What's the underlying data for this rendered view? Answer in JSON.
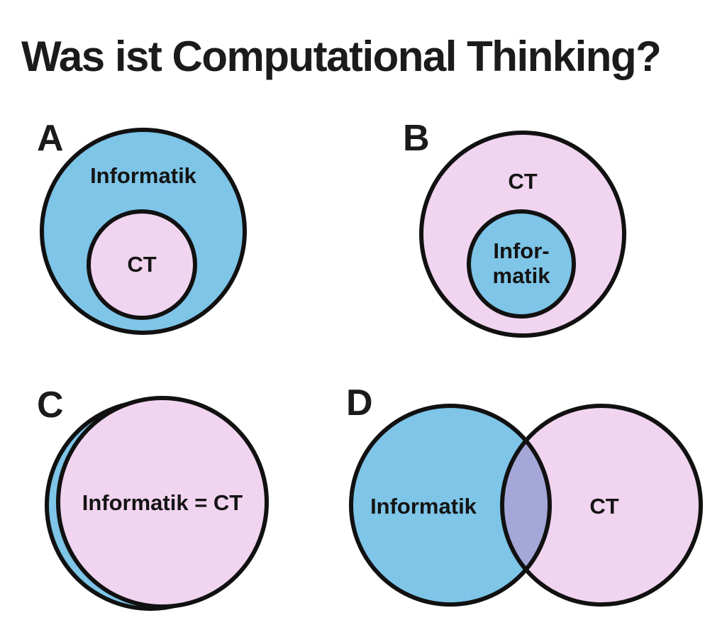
{
  "title": "Was ist Computational Thinking?",
  "colors": {
    "blue": "#7EC5E8",
    "pink": "#F1D4EF",
    "overlap": "#A4A7D8",
    "outline": "#111111",
    "background": "#FFFFFF"
  },
  "panels": {
    "a": {
      "letter": "A",
      "outer_label": "Informatik",
      "inner_label": "CT"
    },
    "b": {
      "letter": "B",
      "outer_label": "CT",
      "inner_label_line1": "Infor-",
      "inner_label_line2": "matik"
    },
    "c": {
      "letter": "C",
      "label": "Informatik = CT"
    },
    "d": {
      "letter": "D",
      "left_label": "Informatik",
      "right_label": "CT"
    }
  }
}
